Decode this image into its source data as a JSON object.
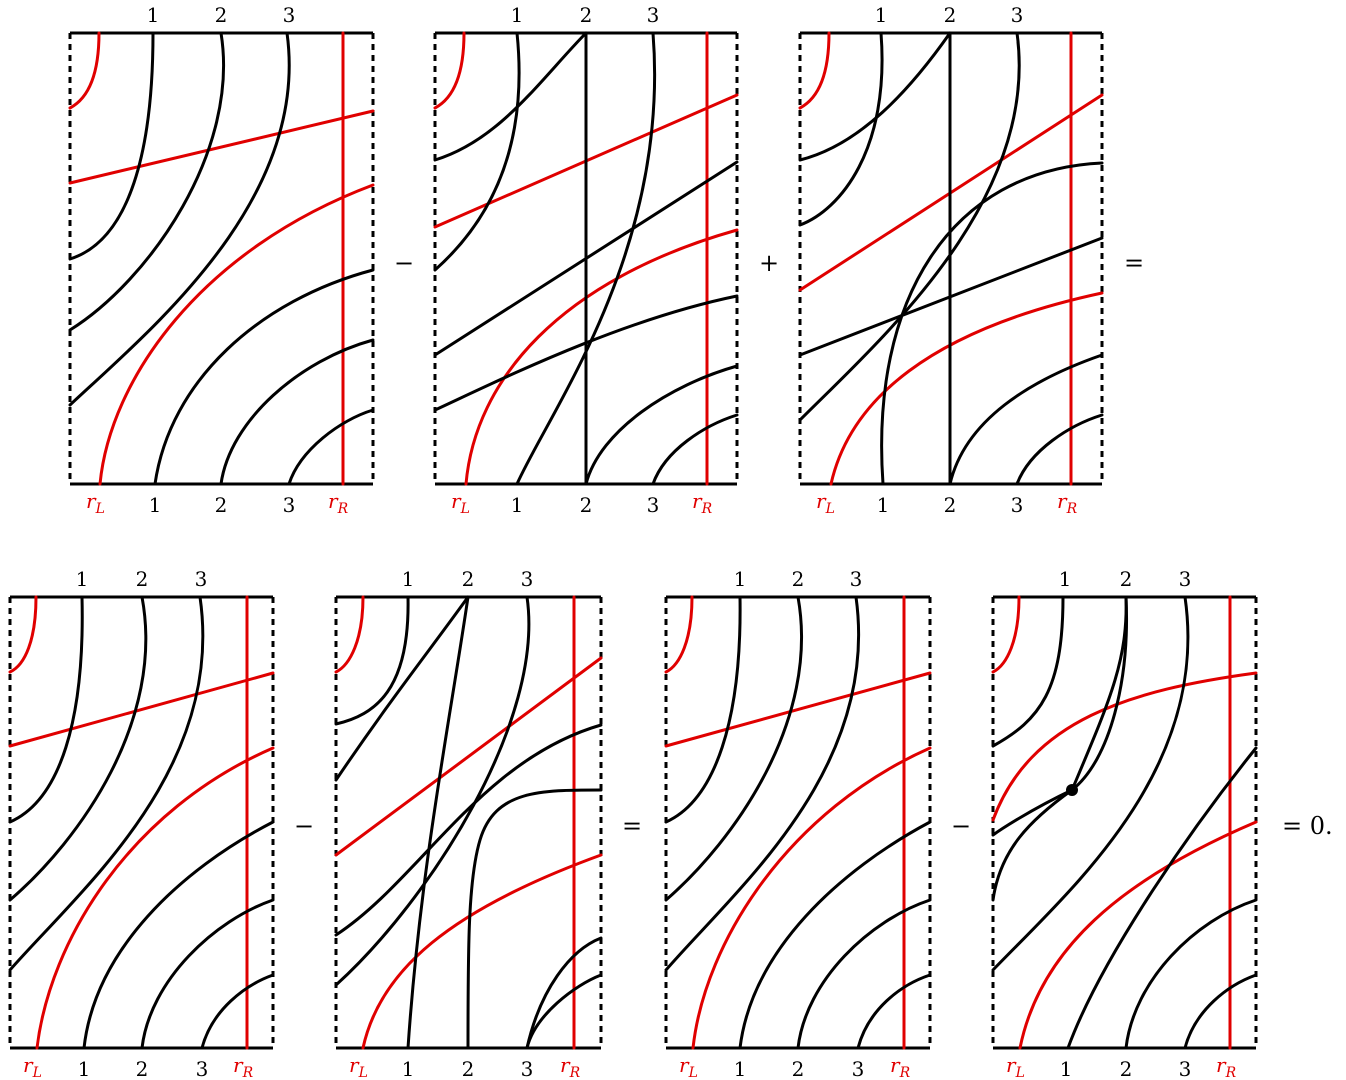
{
  "diagram": {
    "frame_labels": {
      "top": [
        "1",
        "2",
        "3"
      ],
      "bottom": [
        "1",
        "2",
        "3"
      ],
      "left_red": "r",
      "left_red_sub": "L",
      "right_red": "r",
      "right_red_sub": "R"
    },
    "row1_operators": [
      "−",
      "+",
      "="
    ],
    "row2_operators": [
      "−",
      "=",
      "−"
    ],
    "final_result": "= 0.",
    "colors": {
      "strand": "#000000",
      "red_strand": "#e00000",
      "background": "#ffffff"
    }
  }
}
